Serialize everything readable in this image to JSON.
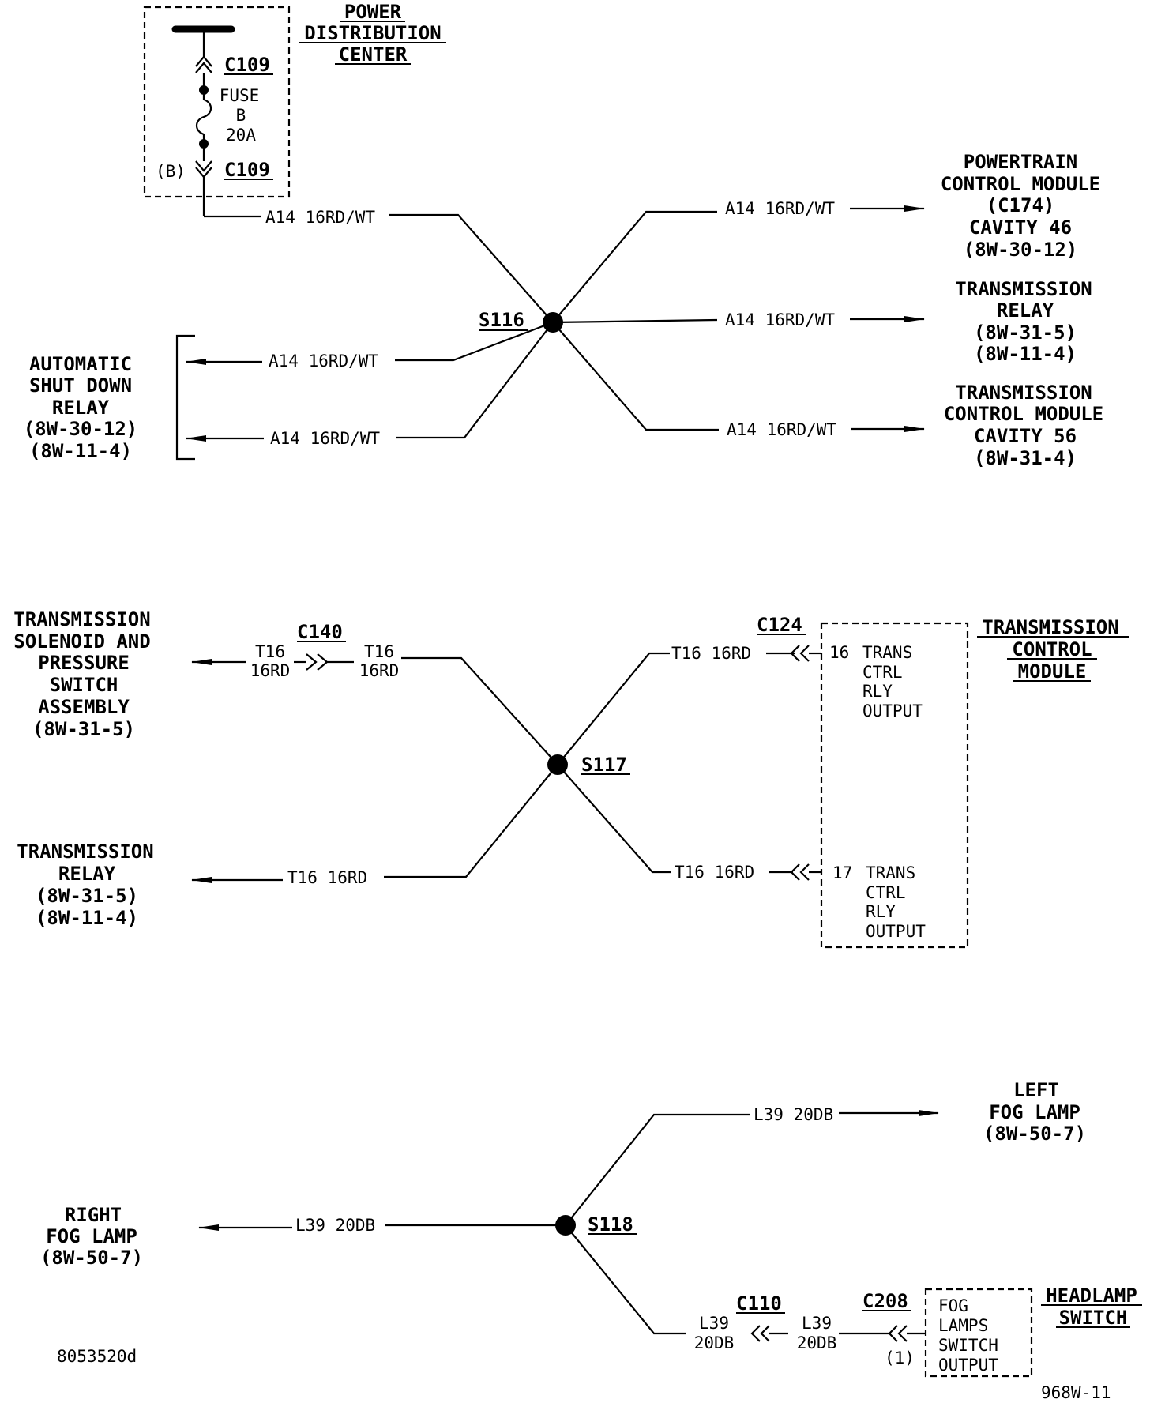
{
  "pdc": {
    "title": [
      "POWER",
      "DISTRIBUTION",
      "CENTER"
    ],
    "connector_top": "C109",
    "connector_bottom": "C109",
    "fuse_lines": [
      "FUSE",
      "B",
      "20A"
    ],
    "cavity": "(B)"
  },
  "s116": {
    "splice": "S116",
    "wires": {
      "from_pdc": "A14 16RD/WT",
      "to_pcm": "A14 16RD/WT",
      "to_trans_relay": "A14 16RD/WT",
      "to_tcm": "A14 16RD/WT",
      "to_asd_1": "A14 16RD/WT",
      "to_asd_2": "A14 16RD/WT"
    },
    "pcm": [
      "POWERTRAIN",
      "CONTROL MODULE",
      "(C174)",
      "CAVITY 46",
      "(8W-30-12)"
    ],
    "trans_relay": [
      "TRANSMISSION",
      "RELAY",
      "(8W-31-5)",
      "(8W-11-4)"
    ],
    "tcm": [
      "TRANSMISSION",
      "CONTROL MODULE",
      "CAVITY 56",
      "(8W-31-4)"
    ],
    "asd": [
      "AUTOMATIC",
      "SHUT DOWN",
      "RELAY",
      "(8W-30-12)",
      "(8W-11-4)"
    ]
  },
  "s117": {
    "splice": "S117",
    "connector_c140": "C140",
    "c140_left": [
      "T16",
      "16RD"
    ],
    "c140_right": [
      "T16",
      "16RD"
    ],
    "solenoid": [
      "TRANSMISSION",
      "SOLENOID AND",
      "PRESSURE",
      "SWITCH",
      "ASSEMBLY",
      "(8W-31-5)"
    ],
    "relay": [
      "TRANSMISSION",
      "RELAY",
      "(8W-31-5)",
      "(8W-11-4)"
    ],
    "relay_wire": "T16 16RD",
    "tcm_wire_1": "T16 16RD",
    "tcm_wire_2": "T16 16RD",
    "connector_c124": "C124",
    "tcm_title": [
      "TRANSMISSION",
      "CONTROL",
      "MODULE"
    ],
    "pin16_num": "16",
    "pin16_lines": [
      "TRANS",
      "CTRL",
      "RLY",
      "OUTPUT"
    ],
    "pin17_num": "17",
    "pin17_lines": [
      "TRANS",
      "CTRL",
      "RLY",
      "OUTPUT"
    ]
  },
  "s118": {
    "splice": "S118",
    "left_fog": [
      "LEFT",
      "FOG LAMP",
      "(8W-50-7)"
    ],
    "left_fog_wire": "L39 20DB",
    "right_fog": [
      "RIGHT",
      "FOG LAMP",
      "(8W-50-7)"
    ],
    "right_fog_wire": "L39 20DB",
    "connector_c110": "C110",
    "c110_left": [
      "L39",
      "20DB"
    ],
    "c110_right": [
      "L39",
      "20DB"
    ],
    "connector_c208": "C208",
    "c208_cavity": "(1)",
    "switch_lines": [
      "FOG",
      "LAMPS",
      "SWITCH",
      "OUTPUT"
    ],
    "headlamp": [
      "HEADLAMP",
      "SWITCH"
    ]
  },
  "footer": {
    "code_left": "8053520d",
    "code_right": "968W-11"
  }
}
